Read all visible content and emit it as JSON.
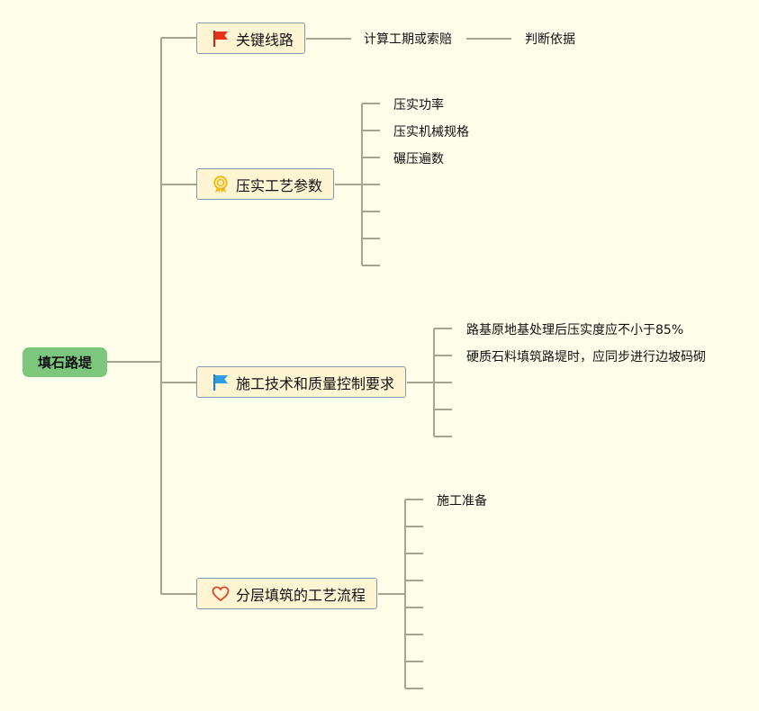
{
  "root": {
    "label": "填石路堤"
  },
  "branches": [
    {
      "label": "关键线路",
      "icon": "red-flag-icon",
      "children": [
        "计算工期或索赔"
      ],
      "grandchild": "判断依据"
    },
    {
      "label": "压实工艺参数",
      "icon": "award-medal-icon",
      "children": [
        "压实功率",
        "压实机械规格",
        "碾压遍数"
      ]
    },
    {
      "label": "施工技术和质量控制要求",
      "icon": "blue-flag-icon",
      "children": [
        "路基原地基处理后压实度应不小于85%",
        "硬质石料填筑路堤时，应同步进行边坡码砌"
      ]
    },
    {
      "label": "分层填筑的工艺流程",
      "icon": "heart-icon",
      "children": [
        "施工准备"
      ]
    }
  ],
  "colors": {
    "background": "#fffeea",
    "root_fill": "#7cc67e",
    "branch_fill": "#fff5d3",
    "branch_border": "#7f9aa8",
    "connector": "#a7a58f",
    "flag_red": "#e6331f",
    "flag_blue": "#2f9de0",
    "medal_gold": "#f0b81d",
    "heart": "#d9482f"
  }
}
